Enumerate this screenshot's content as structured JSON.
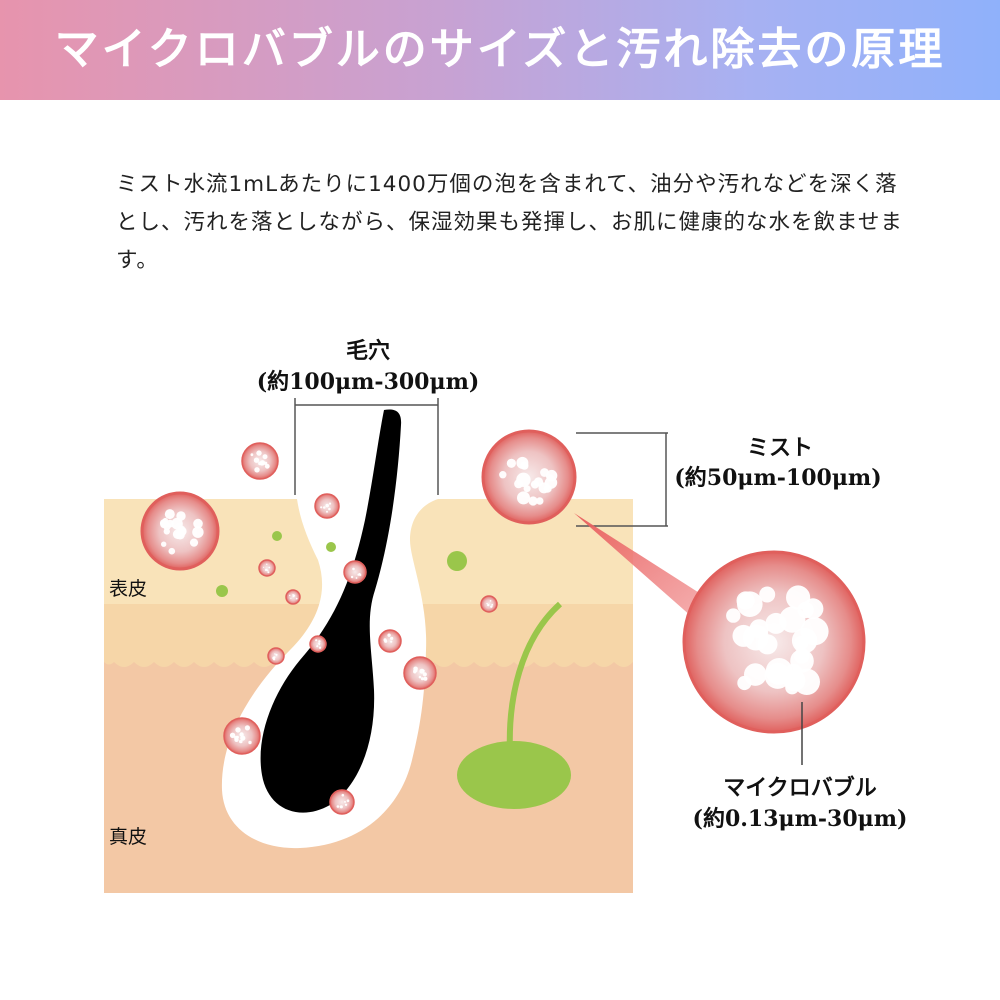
{
  "header": {
    "title": "マイクロバブルのサイズと汚れ除去の原理",
    "gradient_colors": [
      "#e794ad",
      "#c7a2d3",
      "#8fb1fb"
    ]
  },
  "intro": {
    "text": "ミスト水流1mLあたりに1400万個の泡を含まれて、油分や汚れなどを深く落とし、汚れを落としながら、保湿効果も発揮し、お肌に健康的な水を飲ませます。"
  },
  "diagram": {
    "pore": {
      "label": "毛穴",
      "size": "(約100μm-300μm)"
    },
    "mist": {
      "label": "ミスト",
      "size": "(約50μm-100μm)"
    },
    "microbubble": {
      "label": "マイクロバブル",
      "size": "(約0.13μm-30μm)"
    },
    "layers": {
      "epidermis": "表皮",
      "dermis": "真皮"
    },
    "colors": {
      "epidermis": "#f9e3b9",
      "dermis": "#f3c8a5",
      "hair": "#000000",
      "bubble": "#e77b7b",
      "plant": "#9ac64b"
    }
  }
}
